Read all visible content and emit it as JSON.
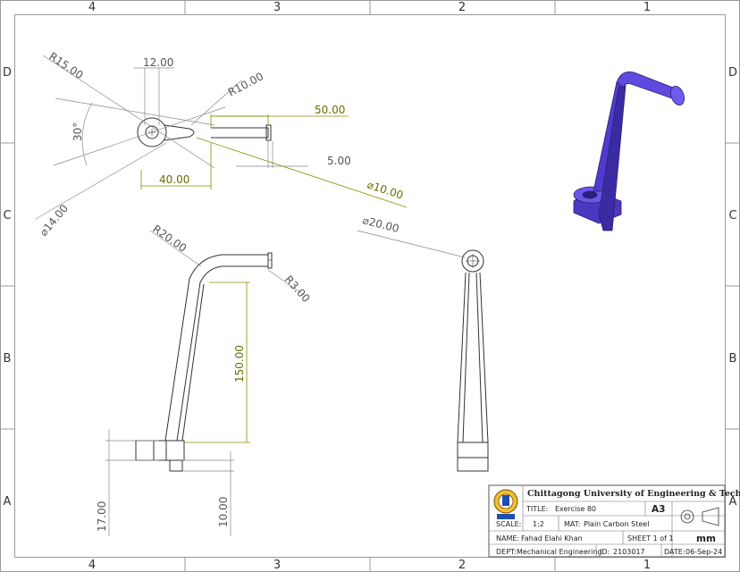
{
  "zones": {
    "columns": [
      "4",
      "3",
      "2",
      "1"
    ],
    "rows": [
      "D",
      "C",
      "B",
      "A"
    ]
  },
  "dimensions": {
    "top_view": {
      "r15": "R15.00",
      "len12": "12.00",
      "r10": "R10.00",
      "angle30": "30°",
      "len40": "40.00",
      "dia14": "⌀14.00",
      "len50": "50.00",
      "len5": "5.00",
      "dia10": "⌀10.00"
    },
    "front_view": {
      "r20": "R20.00",
      "r3": "R3.00",
      "len150": "150.00",
      "len17": "17.00",
      "len10": "10.00"
    },
    "side_view": {
      "dia20": "⌀20.00"
    }
  },
  "title_block": {
    "university": "Chittagong University of Engineering & Technology",
    "title_label": "TITLE:",
    "title_value": "Exercise 80",
    "size": "A3",
    "scale_label": "SCALE:",
    "scale_value": "1:2",
    "mat_label": "MAT:",
    "mat_value": "Plain Carbon Steel",
    "name_label": "NAME:",
    "name_value": "Fahad Elahi Khan",
    "sheet": "SHEET 1 of 1",
    "units": "mm",
    "dept_label": "DEPT:",
    "dept_value": "Mechanical Engineering",
    "id_label": "ID:",
    "id_value": "2103017",
    "date_label": "DATE:",
    "date_value": "06-Sep-24"
  },
  "colors": {
    "part_iso": "#5a47d6",
    "dim_highlight": "#8b8b00",
    "dim_default": "#777777"
  }
}
